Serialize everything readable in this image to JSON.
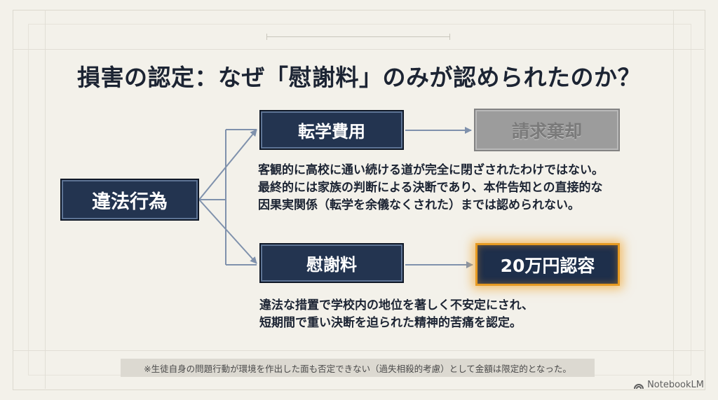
{
  "title": "損害の認定：なぜ「慰謝料」のみが認められたのか？",
  "source_node": {
    "label": "違法行為"
  },
  "branches": [
    {
      "item_label": "転学費用",
      "result_label": "請求棄却",
      "result_status": "rejected",
      "description": [
        "客観的に高校に通い続ける道が完全に閉ざされたわけではない。",
        "最終的には家族の判断による決断であり、本件告知との直接的な",
        "因果実関係（転学を余儀なくされた）までは認められない。"
      ]
    },
    {
      "item_label": "慰謝料",
      "result_label": "20万円認容",
      "result_status": "granted",
      "description": [
        "違法な措置で学校内の地位を著しく不安定にされ、",
        "短期間で重い決断を迫られた精神的苦痛を認定。"
      ]
    }
  ],
  "footnote": "※生徒自身の問題行動が環境を作出した面も否定できない（過失相殺的考慮）として金額は限定的となった。",
  "watermark": {
    "text": "NotebookLM",
    "icon": "notebooklm-logo-icon"
  },
  "colors": {
    "navy": "#233450",
    "rejected_gray": "#9c9c9c",
    "granted_glow": "#e69a22",
    "connector": "#7f91ac",
    "background": "#f3f1ea"
  }
}
